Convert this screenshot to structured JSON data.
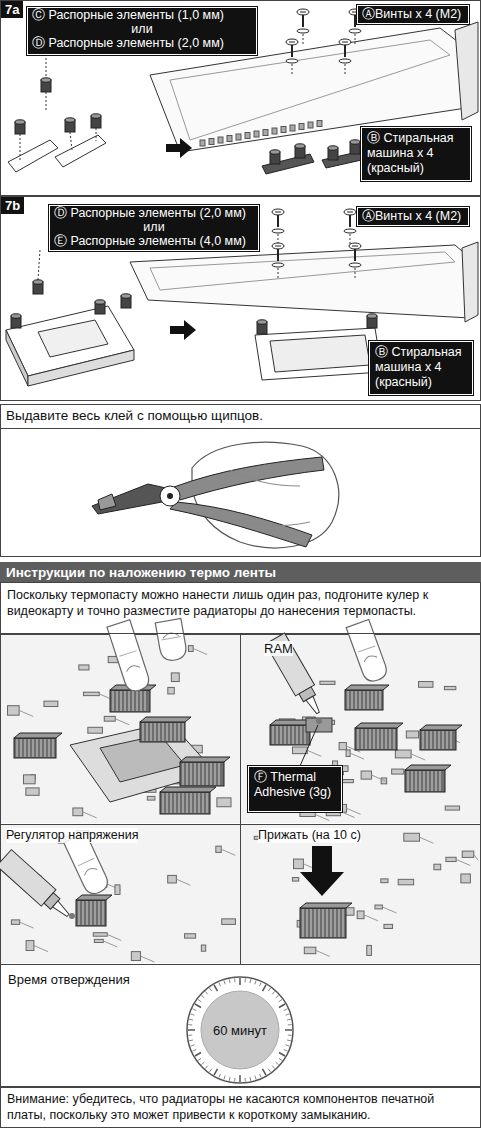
{
  "diagram": {
    "nodes": [
      {
        "text": [
          "7a"
        ]
      },
      {
        "text": [
          "Ⓒ Распорные элементы (1,0 мм)",
          "или",
          "Ⓓ Распорные элементы (2,0 мм)"
        ],
        "in": 0
      },
      {
        "text": [
          "ⒶВинты x 4 (M2)"
        ],
        "in": 0
      },
      {
        "text": [
          "Ⓑ Стиральная машина x 4 (красный)"
        ],
        "in": 0
      },
      {
        "text": [
          "7b"
        ]
      },
      {
        "text": [
          "Ⓓ Распорные элементы (2,0 мм)",
          "или",
          "Ⓔ Распорные элементы (4,0 мм)"
        ],
        "in": 4
      },
      {
        "text": [
          "ⒶВинты x 4 (M2)"
        ],
        "in": 4
      },
      {
        "text": [
          "Ⓑ Стиральная машина x 4 (красный)"
        ],
        "in": 4
      },
      {
        "text": [
          "Выдавите весь клей с помощью щипцов."
        ]
      },
      {
        "text": [
          "Инструкции по наложению термо ленты"
        ]
      },
      {
        "text": [
          "Поскольку термопасту можно нанести лишь один раз, подгоните кулер к видеокарту и точно разместите радиаторы до нанесения термопасты."
        ]
      },
      {
        "text": [
          "Ⓕ Thermal Adhesive (3g)"
        ]
      },
      {
        "text": [
          "60 минут"
        ]
      },
      {
        "text": [
          "Внимание: убедитесь, что радиаторы не касаются компонентов печатной платы, поскольку это может привести к короткому замыканию."
        ]
      }
    ],
    "labels": [
      "RAM",
      "Регулятор напряжения",
      "Прижать (на 10 с)",
      "Время отверждения"
    ]
  }
}
